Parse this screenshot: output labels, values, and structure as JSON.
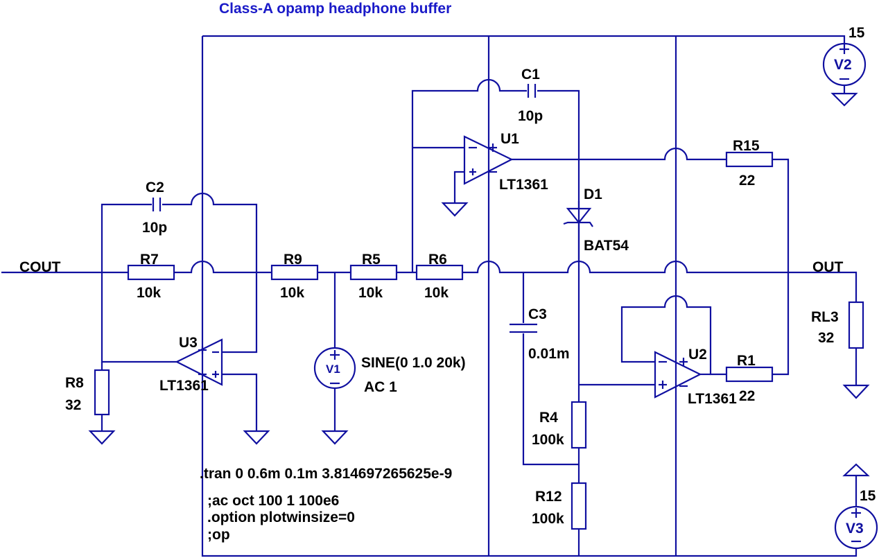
{
  "title": "Class-A opamp headphone buffer",
  "nets": {
    "input": "COUT",
    "output": "OUT"
  },
  "components": {
    "C1": {
      "name": "C1",
      "value": "10p"
    },
    "C2": {
      "name": "C2",
      "value": "10p"
    },
    "C3": {
      "name": "C3",
      "value": "0.01m"
    },
    "R7": {
      "name": "R7",
      "value": "10k"
    },
    "R9": {
      "name": "R9",
      "value": "10k"
    },
    "R5": {
      "name": "R5",
      "value": "10k"
    },
    "R6": {
      "name": "R6",
      "value": "10k"
    },
    "R8": {
      "name": "R8",
      "value": "32"
    },
    "R15": {
      "name": "R15",
      "value": "22"
    },
    "R1": {
      "name": "R1",
      "value": "22"
    },
    "R4": {
      "name": "R4",
      "value": "100k"
    },
    "R12": {
      "name": "R12",
      "value": "100k"
    },
    "RL3": {
      "name": "RL3",
      "value": "32"
    },
    "U1": {
      "name": "U1",
      "value": "LT1361"
    },
    "U2": {
      "name": "U2",
      "value": "LT1361"
    },
    "U3": {
      "name": "U3",
      "value": "LT1361"
    },
    "D1": {
      "name": "D1",
      "value": "BAT54"
    },
    "V1": {
      "name": "V1",
      "value": "SINE(0 1.0 20k)",
      "value2": "AC 1"
    },
    "V2": {
      "name": "V2",
      "value": "15"
    },
    "V3": {
      "name": "V3",
      "value": "15"
    }
  },
  "directives": [
    ".tran 0 0.6m 0.1m 3.814697265625e-9",
    ";ac oct 100 1 100e6",
    ".option plotwinsize=0",
    ";op"
  ],
  "colors": {
    "wire": "#1010a0",
    "title": "#1a1ac8",
    "text": "#000000"
  }
}
